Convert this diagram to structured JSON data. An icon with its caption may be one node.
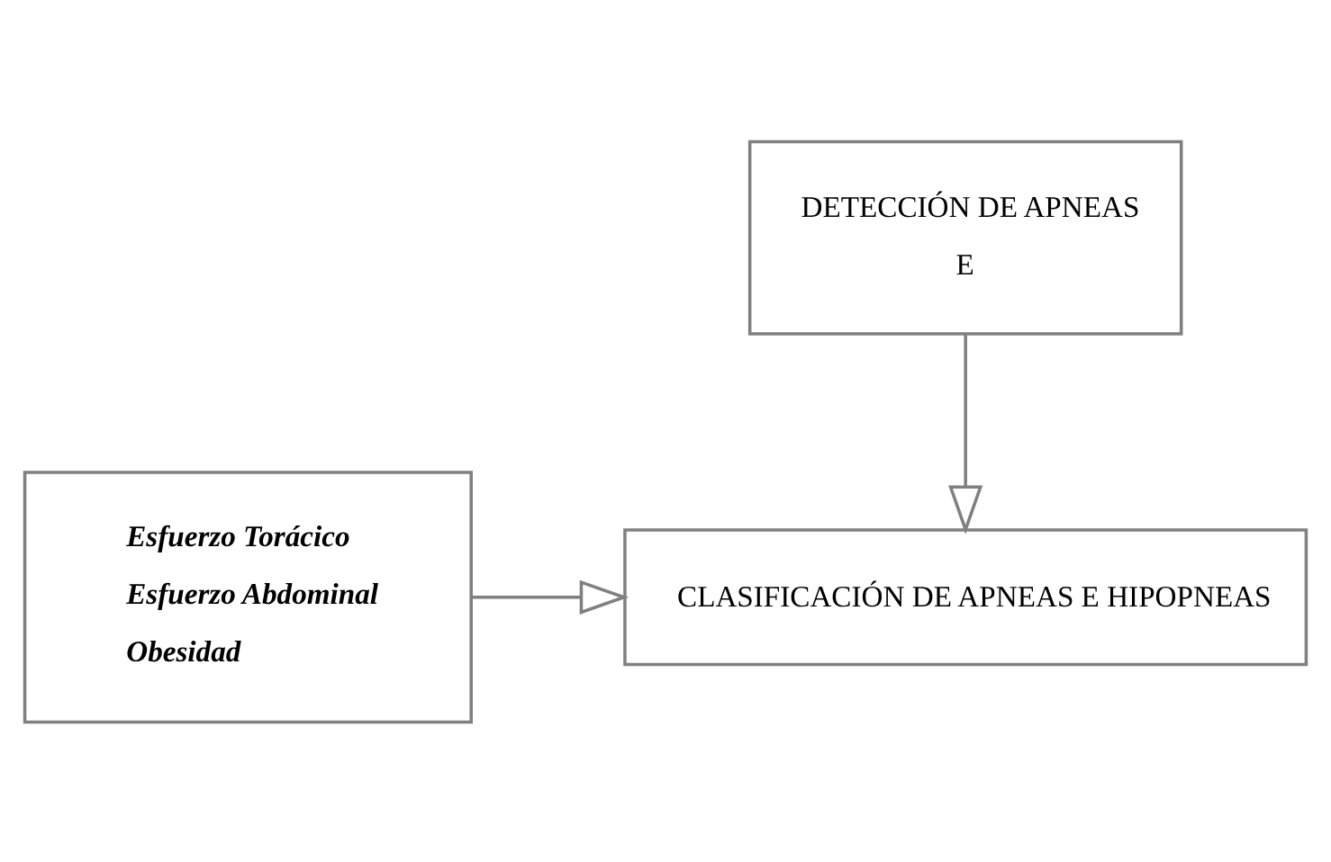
{
  "diagram": {
    "nodes": [
      {
        "text": [
          "DETECCIÓN DE APNEAS",
          "E"
        ]
      },
      {
        "text": [
          "Esfuerzo Torácico",
          "Esfuerzo Abdominal",
          "Obesidad"
        ]
      },
      {
        "text": [
          "CLASIFICACIÓN DE APNEAS E HIPOPNEAS"
        ]
      }
    ],
    "edges": [
      {
        "from": 0,
        "to": 2,
        "arrow": "to"
      },
      {
        "from": 1,
        "to": 2,
        "arrow": "to"
      }
    ]
  }
}
